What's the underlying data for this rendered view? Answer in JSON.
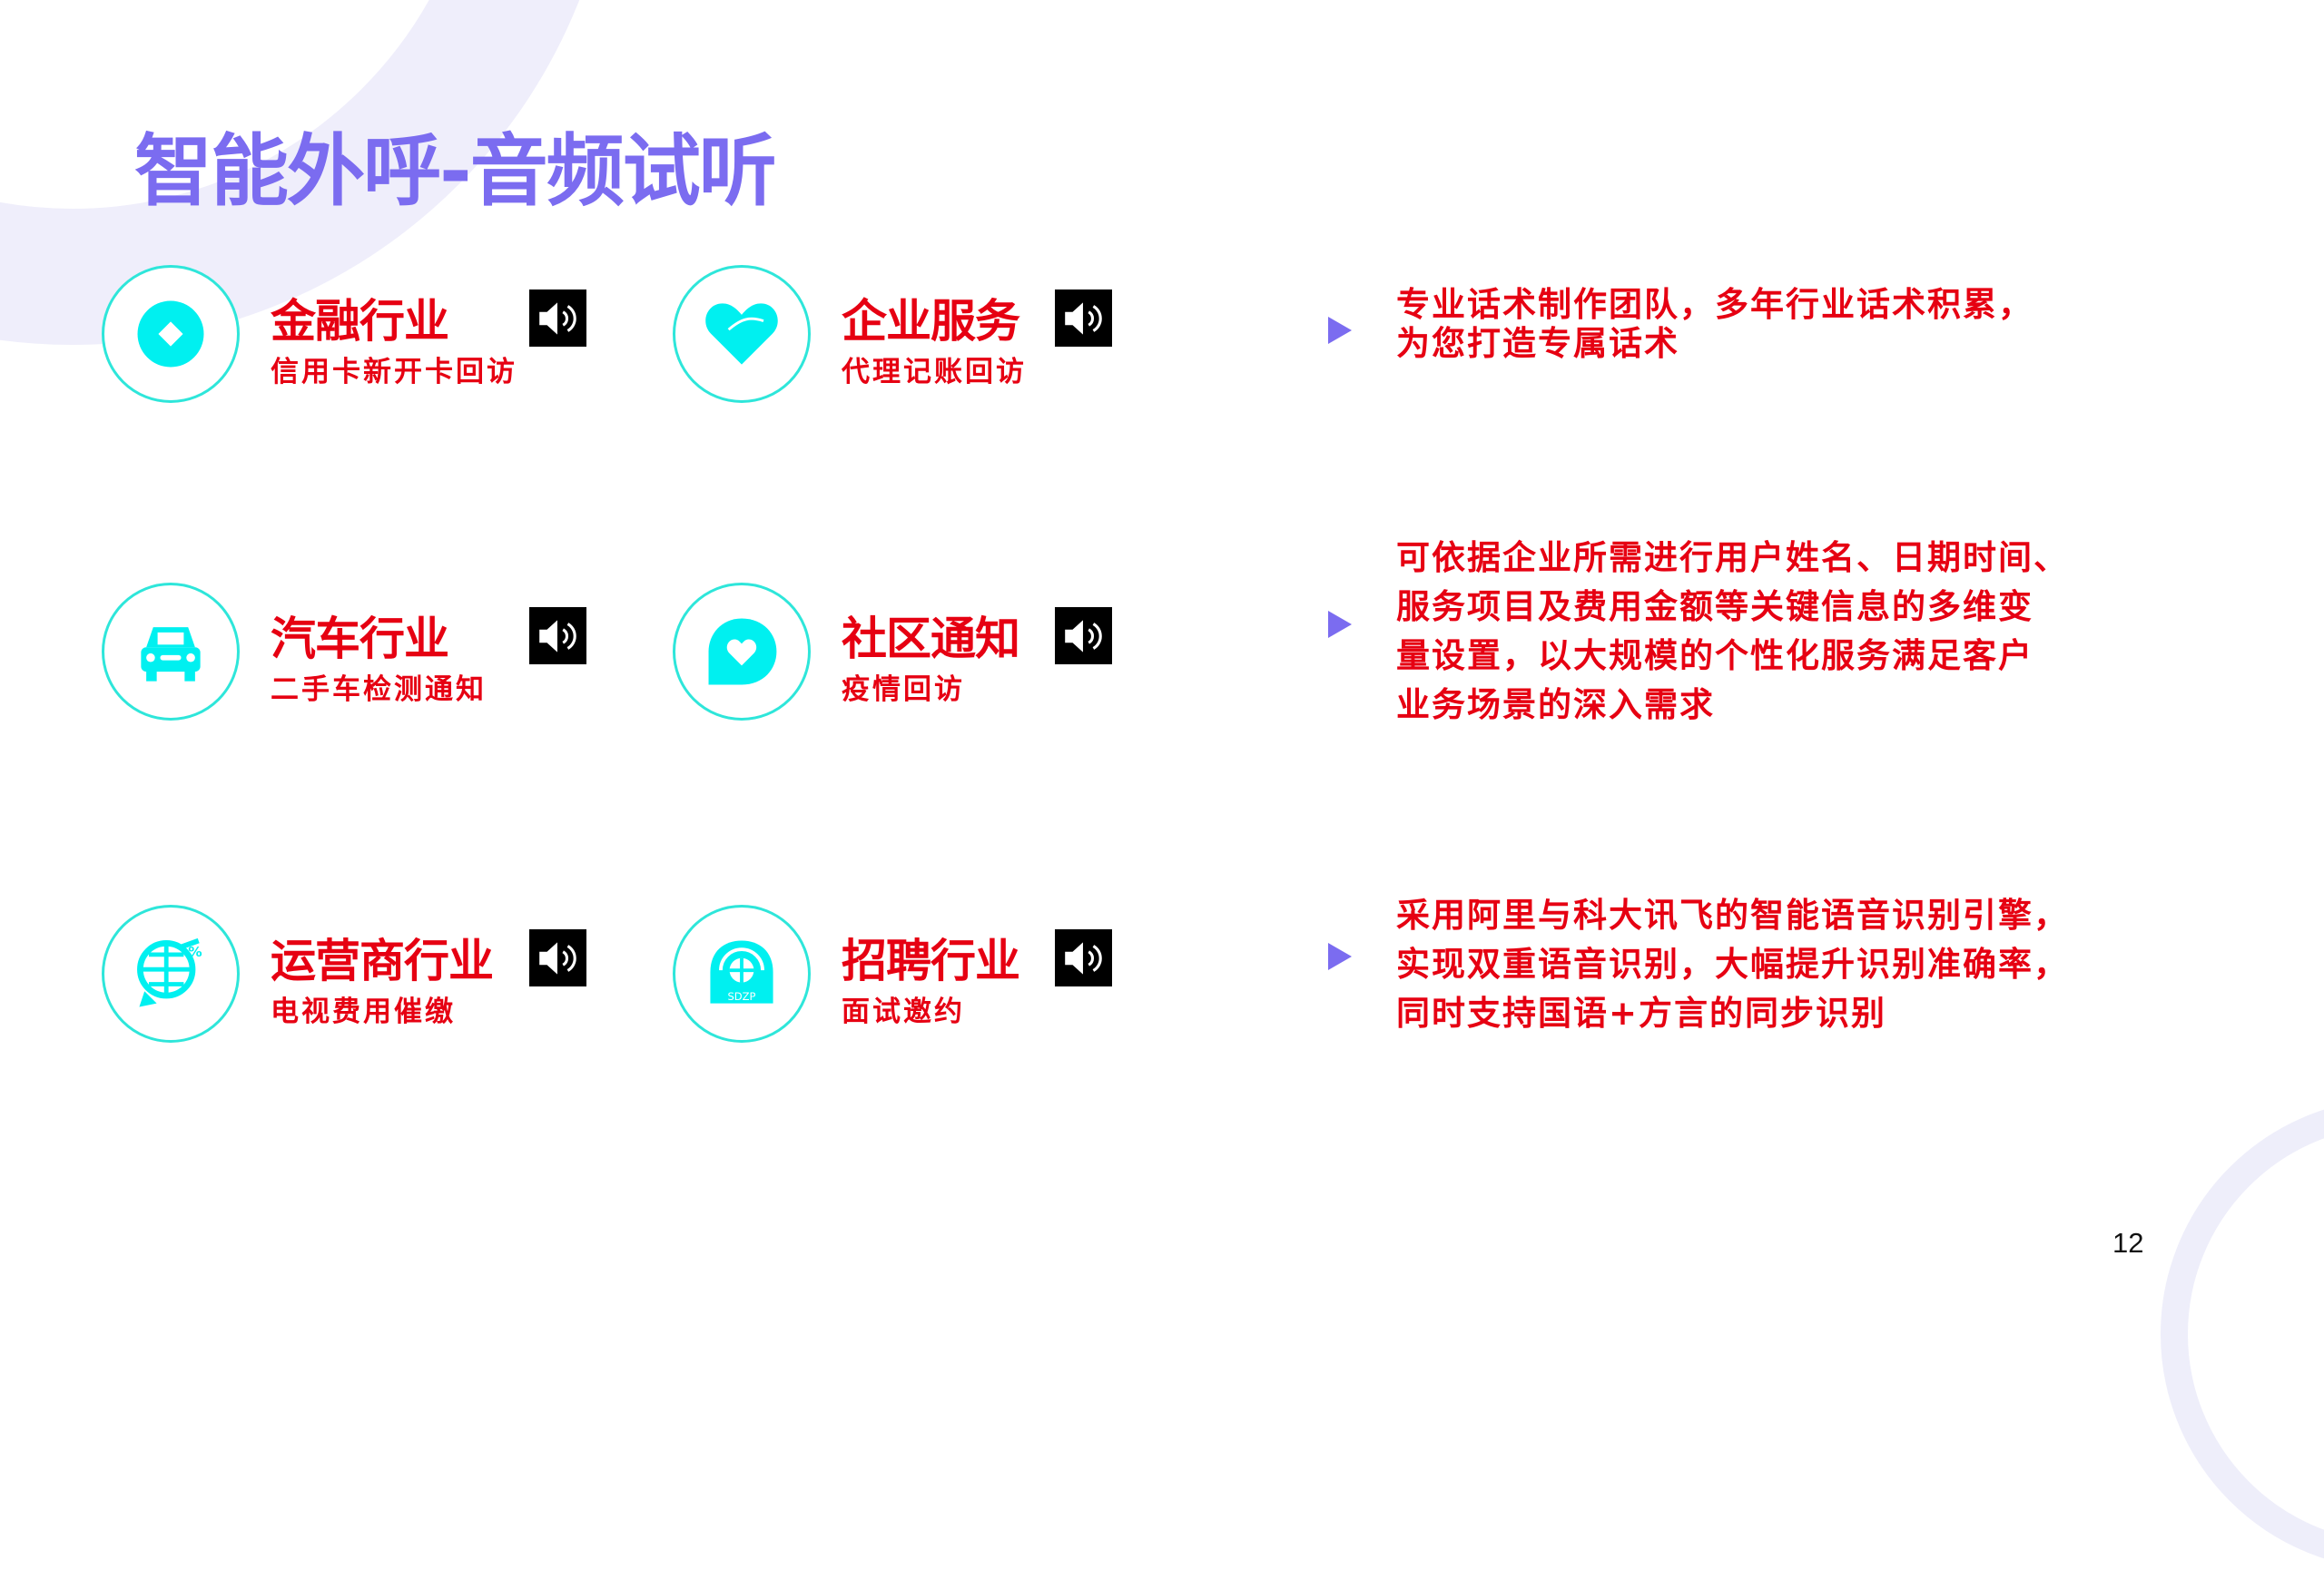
{
  "slide": {
    "title": "智能外呼-音频试听",
    "page_number": "12"
  },
  "colors": {
    "title": "#7B6CF0",
    "accent_red": "#E60012",
    "icon_cyan": "#00F0F0",
    "circle_border": "#2EE6DA",
    "bullet": "#7B6CF0"
  },
  "industries": [
    {
      "title": "金融行业",
      "subtitle": "信用卡新开卡回访",
      "icon": "coin-icon"
    },
    {
      "title": "企业服务",
      "subtitle": "代理记账回访",
      "icon": "handshake-heart-icon"
    },
    {
      "title": "汽车行业",
      "subtitle": "二手车检测通知",
      "icon": "car-icon"
    },
    {
      "title": "社区通知",
      "subtitle": "疫情回访",
      "icon": "chat-heart-icon"
    },
    {
      "title": "运营商行业",
      "subtitle": "电视费用催缴",
      "icon": "globe-percent-icon"
    },
    {
      "title": "招聘行业",
      "subtitle": "面试邀约",
      "icon": "recruit-badge-icon",
      "badge_text": "SDZP"
    }
  ],
  "speaker_icon": "speaker-icon",
  "bullets": [
    {
      "lines": [
        "专业话术制作团队，多年行业话术积累，",
        "为您打造专属话术"
      ]
    },
    {
      "lines": [
        "可依据企业所需进行用户姓名、日期时间、",
        "服务项目及费用金额等关键信息的多维变",
        "量设置，以大规模的个性化服务满足客户",
        "业务场景的深入需求"
      ]
    },
    {
      "lines": [
        "采用阿里与科大讯飞的智能语音识别引擎，",
        "实现双重语音识别，大幅提升识别准确率，",
        "同时支持国语+方言的同步识别"
      ]
    }
  ]
}
